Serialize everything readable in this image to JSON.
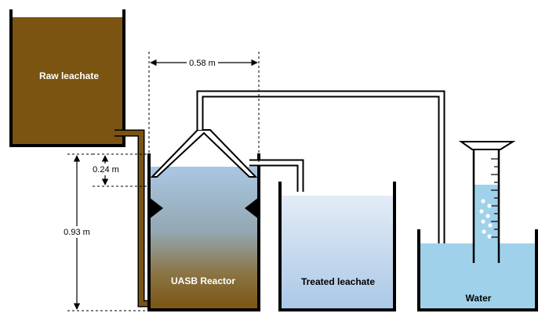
{
  "labels": {
    "raw_leachate": "Raw leachate",
    "uasb_reactor": "UASB Reactor",
    "treated_leachate": "Treated leachate",
    "water": "Water"
  },
  "dimensions": {
    "reactor_width": "0.58 m",
    "headspace_depth": "0.24 m",
    "reactor_height": "0.93 m"
  },
  "colors": {
    "leachate_brown": "#7a5410",
    "uasb_top": "#a9c6e2",
    "uasb_bottom": "#7a5410",
    "treated_top": "#d6e3f1",
    "treated_bottom": "#b6cfe8",
    "water": "#9fd2ea",
    "pipe_brown": "#7a5410",
    "outline": "#000000"
  }
}
